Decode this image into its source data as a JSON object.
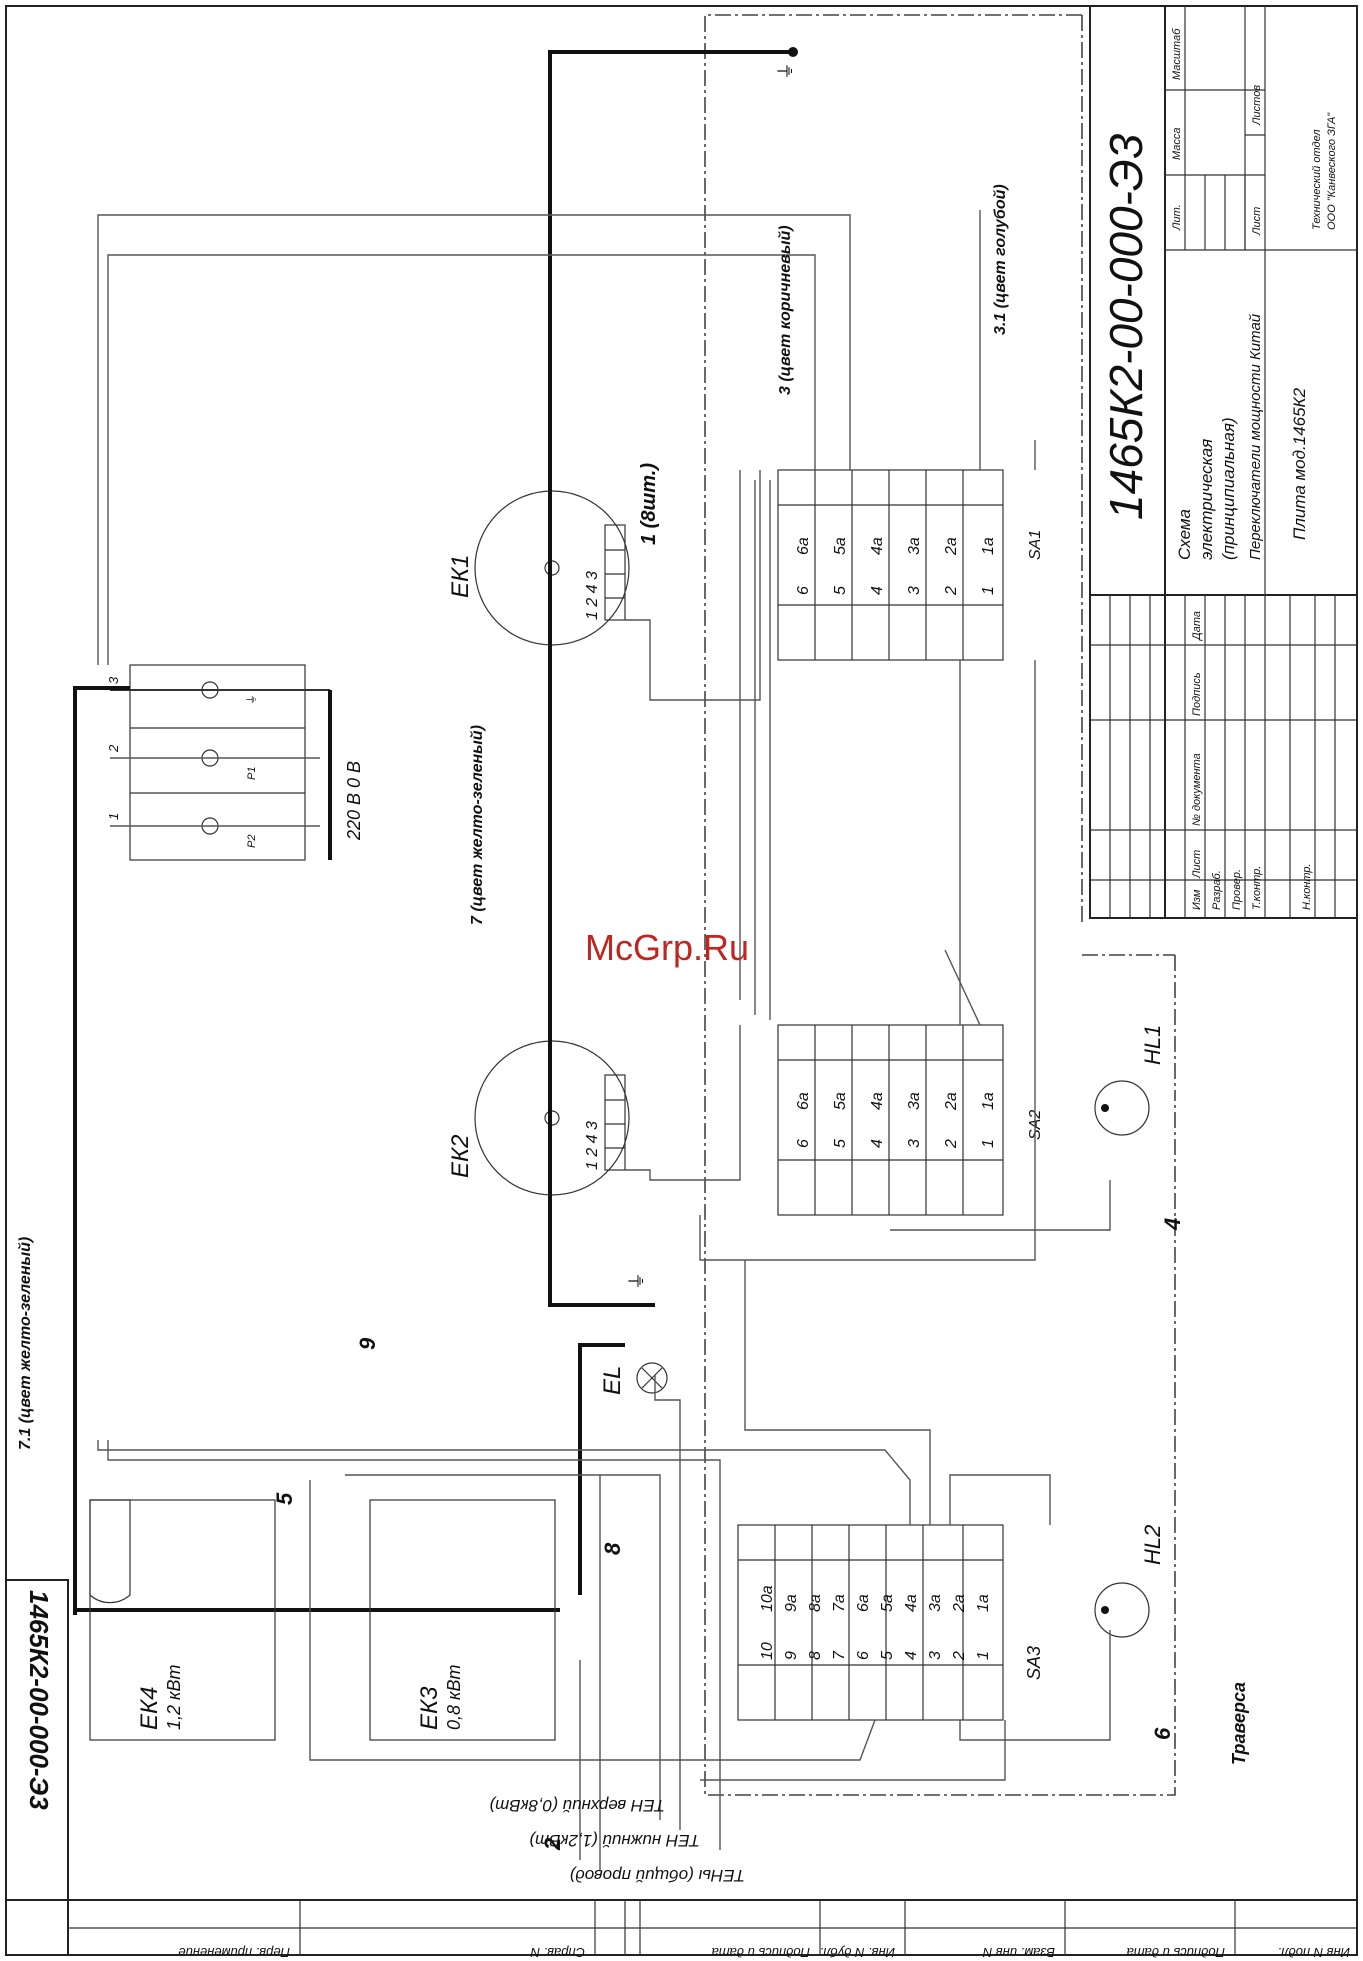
{
  "title_block": {
    "doc_code": "1465К2-00-000-Э3",
    "doc_name_l1": "Схема",
    "doc_name_l2": "электрическая",
    "doc_name_l3": "(принципиальная)",
    "doc_subtitle": "Переключатели мощности Китай",
    "product": "Плита мод.1465К2",
    "company_l1": "Технический отдел",
    "company_l2": "ООО \"Канвеского ЗГА\"",
    "col_lit": "Лит.",
    "col_mass": "Масса",
    "col_scale": "Масштаб",
    "col_sheet": "Лист",
    "col_sheets": "Листов",
    "col_izm": "Изм",
    "col_list": "Лист",
    "col_docnum": "№ документа",
    "col_sign": "Подпись",
    "col_date": "Дата",
    "row_razrab": "Разраб.",
    "row_prover": "Провер.",
    "row_tkontr": "Т.контр.",
    "row_nkontr": "Н.контр."
  },
  "side_stamp": {
    "doc_code": "1465К2-00-000-Э3",
    "perv_primen": "Перв. применение",
    "sprav_n": "Справ. N",
    "podp_data_1": "Подпись и дата",
    "inv_dubl": "Инв. N дубл.",
    "vzam_inv": "Взам. инв N",
    "podp_data_2": "Подпись и дата",
    "inv_podl": "Инв N подл."
  },
  "watermark": "McGrp.Ru",
  "components": {
    "ek1": "ЕК1",
    "ek2": "ЕК2",
    "ek3": "ЕК3",
    "ek3_power": "0,8 кВт",
    "ek4": "ЕК4",
    "ek4_power": "1,2 кВт",
    "el": "EL",
    "hl1": "HL1",
    "hl2": "HL2",
    "sa1": "SA1",
    "sa2": "SA2",
    "sa3": "SA3",
    "p1": "P1",
    "p2": "P2",
    "supply": "220 В   0 В",
    "burner_pins_top": "1 2 4 3",
    "qty": "1 (8шт.)"
  },
  "wire_labels": {
    "w3": "3 (цвет коричневый)",
    "w31": "3.1 (цвет голубой)",
    "w7": "7 (цвет желто-зеленый)",
    "w71": "7.1 (цвет желто-зеленый)",
    "w2": "2",
    "w4": "4",
    "w5": "5",
    "w6": "6",
    "w8": "8",
    "w9": "9",
    "traversa": "Траверса",
    "ten_upper": "ТЕН верхний (0,8кВт)",
    "ten_lower": "ТЕН нижний (1,2кВт)",
    "ten_common": "ТЕНы (общий провод)"
  },
  "terminals": {
    "t1": "1",
    "t2": "2",
    "t3": "3"
  },
  "switch_contacts": {
    "sa12_left": [
      "6",
      "5",
      "4",
      "3",
      "2",
      "1"
    ],
    "sa12_right": [
      "6а",
      "5а",
      "4а",
      "3а",
      "2а",
      "1а"
    ],
    "sa1_left": [
      "6",
      "5",
      "4",
      "3",
      "2",
      "1"
    ],
    "sa3_left": [
      "10",
      "9",
      "8",
      "7",
      "6",
      "5",
      "4",
      "3",
      "2",
      "1"
    ],
    "sa3_right": [
      "10а",
      "9а",
      "8а",
      "7а",
      "6а",
      "5а",
      "4а",
      "3а",
      "2а",
      "1а"
    ]
  }
}
